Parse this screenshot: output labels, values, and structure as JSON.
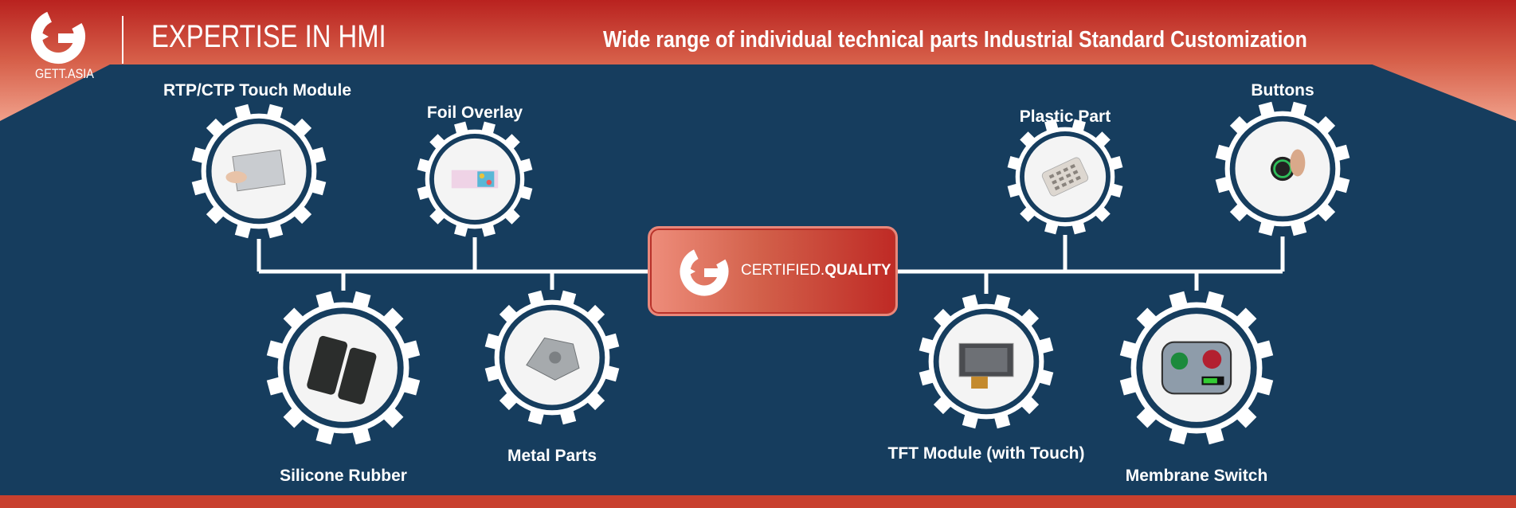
{
  "header": {
    "brand": "GETT.ASIA",
    "title": "EXPERTISE IN HMI",
    "tagline": "Wide range of individual technical parts Industrial Standard Customization"
  },
  "center_badge": {
    "light": "CERTIFIED.",
    "bold": "QUALITY"
  },
  "products": [
    {
      "label": "RTP/CTP Touch Module",
      "icon": "touch-panel-icon"
    },
    {
      "label": "Foil Overlay",
      "icon": "foil-overlay-icon"
    },
    {
      "label": "Plastic Part",
      "icon": "plastic-part-icon"
    },
    {
      "label": "Buttons",
      "icon": "button-icon"
    },
    {
      "label": "Silicone Rubber",
      "icon": "silicone-keypad-icon"
    },
    {
      "label": "Metal Parts",
      "icon": "metal-part-icon"
    },
    {
      "label": "TFT Module (with Touch)",
      "icon": "tft-display-icon"
    },
    {
      "label": "Membrane Switch",
      "icon": "membrane-switch-icon"
    }
  ],
  "colors": {
    "navy": "#163d5e",
    "red": "#c0302a",
    "coral": "#e4755f",
    "white": "#ffffff"
  }
}
